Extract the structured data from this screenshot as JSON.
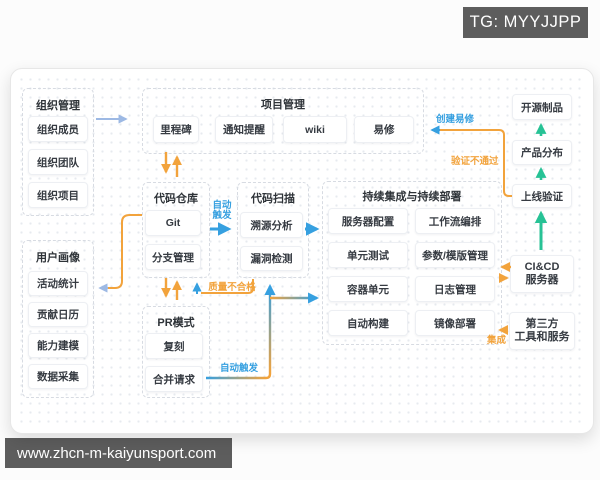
{
  "badge": {
    "text": "TG: MYYJJPP"
  },
  "url_bar": {
    "text": "www.zhcn-m-kaiyunsport.com"
  },
  "groups": {
    "org": {
      "title": "组织管理",
      "items": [
        "组织成员",
        "组织团队",
        "组织项目"
      ]
    },
    "user": {
      "title": "用户画像",
      "items": [
        "活动统计",
        "贡献日历",
        "能力建模",
        "数据采集"
      ]
    },
    "project": {
      "title": "项目管理",
      "items": [
        "里程碑",
        "通知提醒",
        "wiki",
        "易修"
      ]
    },
    "repo": {
      "title": "代码仓库",
      "items": [
        "Git",
        "分支管理"
      ]
    },
    "scan": {
      "title": "代码扫描",
      "items": [
        "溯源分析",
        "漏洞检测"
      ]
    },
    "cicd": {
      "title": "持续集成与持续部署",
      "items": [
        "服务器配置",
        "工作流编排",
        "单元测试",
        "参数/模版管理",
        "容器单元",
        "日志管理",
        "自动构建",
        "镜像部署"
      ]
    },
    "pr": {
      "title": "PR模式",
      "items": [
        "复刻",
        "合并请求"
      ]
    }
  },
  "right": {
    "opensource": "开源制品",
    "distribution": "产品分布",
    "verify": "上线验证",
    "server_l1": "CI&CD",
    "server_l2": "服务器",
    "third_l1": "第三方",
    "third_l2": "工具和服务"
  },
  "edges": {
    "create_issue": "创建易修",
    "verify_fail": "验证不通过",
    "auto_trigger_small": "自动触发",
    "auto_trigger": "自动触发",
    "quality_fail": "质量不合格",
    "integration": "集成"
  },
  "colors": {
    "orange": "#f2a33c",
    "blue": "#36a0e0",
    "periwinkle": "#9db9e4",
    "green": "#27c295",
    "dark_chip": "#5d5d5d"
  }
}
